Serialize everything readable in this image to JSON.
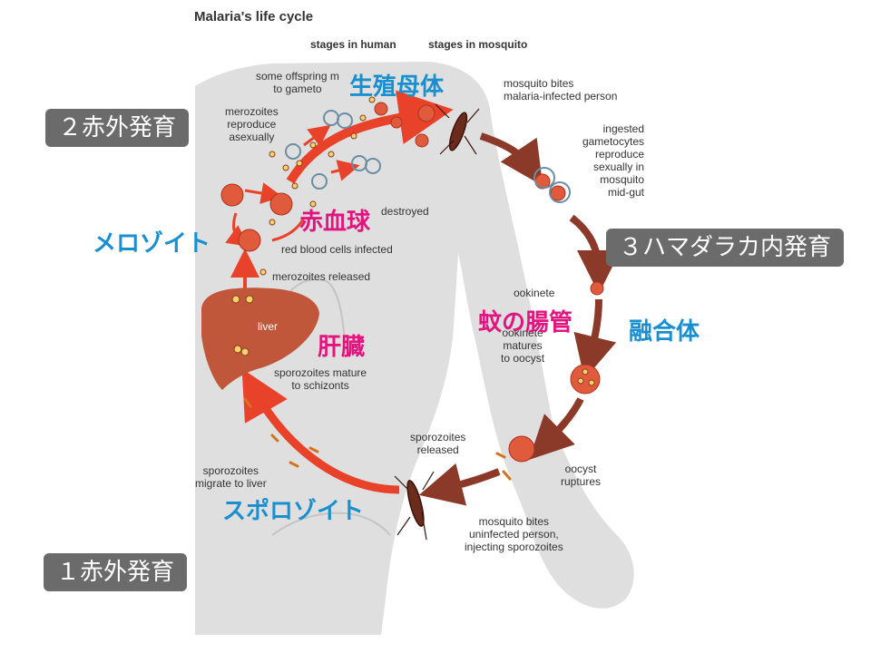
{
  "title": "Malaria's life cycle",
  "headers": {
    "human": "stages in human",
    "mosquito": "stages in mosquito"
  },
  "labels": {
    "offspring": "some offspring m\nto gameto",
    "merozoites_reproduce": "merozoites\nreproduce\nasexually",
    "destroyed": "destroyed",
    "rbc_infected": "red blood cells infected",
    "merozoites_released": "merozoites released",
    "liver": "liver",
    "sporozoites_mature": "sporozoites mature\nto schizonts",
    "sporozoites_migrate": "sporozoites\nmigrate to liver",
    "mosquito_bites_infected": "mosquito bites\nmalaria-infected person",
    "ingested": "ingested\ngametocytes\nreproduce\nsexually in\nmosquito\nmid-gut",
    "ookinete": "ookinete",
    "ookinete_matures": "ookinete\nmatures\nto oocyst",
    "sporozoites_released": "sporozoites\nreleased",
    "oocyst_ruptures": "oocyst\nruptures",
    "mosquito_bites_uninfected": "mosquito bites\nuninfected person,\ninjecting sporozoites"
  },
  "badges": {
    "stage2": "２赤外発育",
    "stage3": "３ハマダラカ内発育",
    "stage1": "１赤外発育"
  },
  "jp_labels": {
    "gametocyte": "生殖母体",
    "rbc": "赤血球",
    "merozoite": "メロゾイト",
    "liver": "肝臓",
    "mosquito_gut": "蚊の腸管",
    "zygote": "融合体",
    "sporozoite": "スポロゾイト"
  },
  "colors": {
    "body_fill": "#d9d9d9",
    "red_arrow": "#e8432a",
    "brown_arrow": "#8b3a2a",
    "badge_bg": "#6b6b6b",
    "jp_blue": "#1a8fd0",
    "jp_pink": "#e0157f"
  },
  "icons": [
    "male-symbol-icon",
    "female-symbol-icon",
    "mosquito-icon",
    "liver-icon",
    "red-blood-cell-icon"
  ]
}
